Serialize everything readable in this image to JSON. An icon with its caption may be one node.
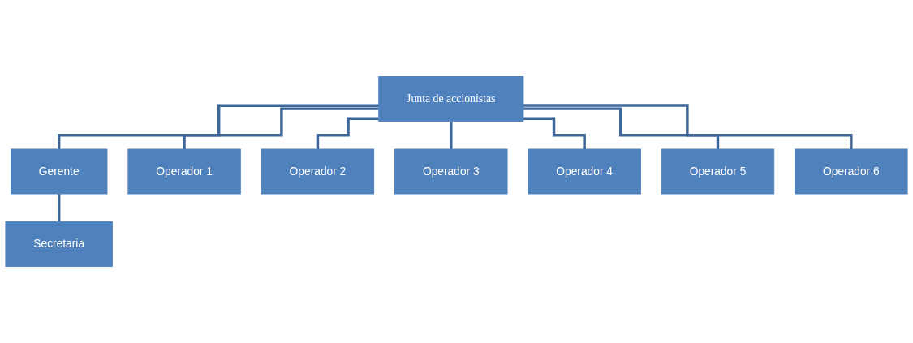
{
  "diagram": {
    "nodes": [
      {
        "text": [
          "Junta de accionistas"
        ]
      },
      {
        "text": [
          "Gerente"
        ]
      },
      {
        "text": [
          "Secretaria"
        ]
      },
      {
        "text": [
          "Operador 1"
        ]
      },
      {
        "text": [
          "Operador 2"
        ]
      },
      {
        "text": [
          "Operador 3"
        ]
      },
      {
        "text": [
          "Operador 4"
        ]
      },
      {
        "text": [
          "Operador 5"
        ]
      },
      {
        "text": [
          "Operador 6"
        ]
      }
    ],
    "edges": [
      {
        "from": 0,
        "to": 1,
        "arrow": "none"
      },
      {
        "from": 1,
        "to": 2,
        "arrow": "none"
      },
      {
        "from": 0,
        "to": 3,
        "arrow": "none"
      },
      {
        "from": 0,
        "to": 4,
        "arrow": "none"
      },
      {
        "from": 0,
        "to": 5,
        "arrow": "none"
      },
      {
        "from": 0,
        "to": 6,
        "arrow": "none"
      },
      {
        "from": 0,
        "to": 7,
        "arrow": "none"
      },
      {
        "from": 0,
        "to": 8,
        "arrow": "none"
      }
    ]
  }
}
